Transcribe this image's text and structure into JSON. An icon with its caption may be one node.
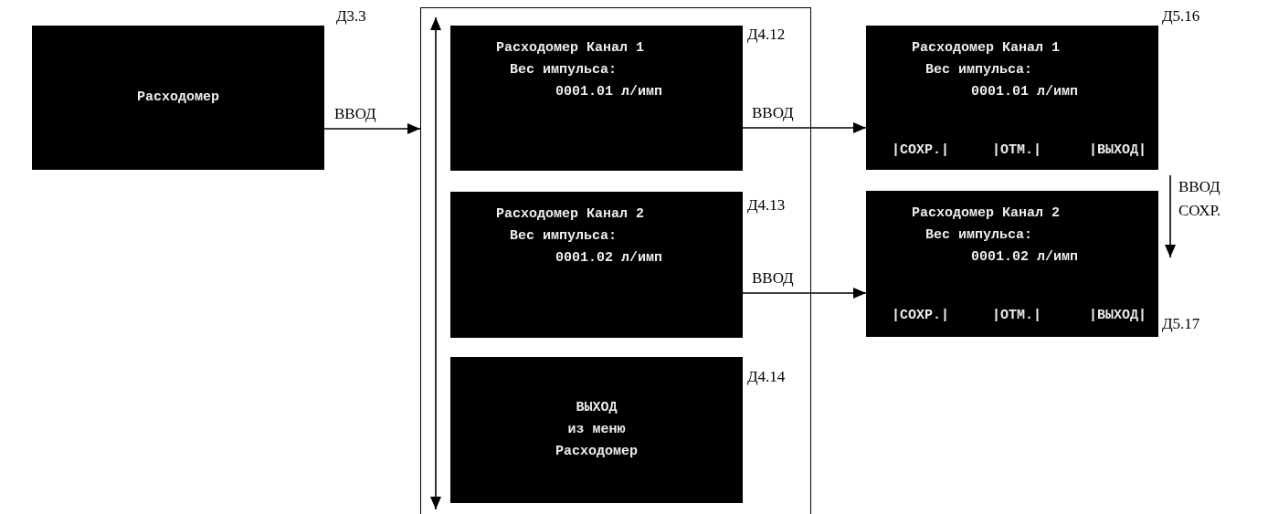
{
  "diagram": {
    "nodes": [
      {
        "text": [
          "Расходомер"
        ],
        "beside": [
          "Д3.3"
        ]
      },
      {
        "text": [],
        "shape": "box"
      },
      {
        "text": [
          "Расходомер Канал 1",
          "Вес импульса:",
          "0001.01 л/имп"
        ],
        "beside": [
          "Д4.12"
        ],
        "in": 1
      },
      {
        "text": [
          "Расходомер Канал 2",
          "Вес импульса:",
          "0001.02 л/имп"
        ],
        "beside": [
          "Д4.13"
        ],
        "in": 1
      },
      {
        "text": [
          "ВЫХОД",
          "из меню",
          "Расходомер"
        ],
        "beside": [
          "Д4.14"
        ],
        "in": 1
      },
      {
        "text": [
          "Расходомер Канал 1",
          "Вес импульса:",
          "0001.01 л/имп",
          "|СОХР.|",
          "|ОТМ.|",
          "|ВЫХОД|"
        ],
        "beside": [
          "Д5.16"
        ]
      },
      {
        "text": [
          "Расходомер Канал 2",
          "Вес импульса:",
          "0001.02 л/имп",
          "|СОХР.|",
          "|ОТМ.|",
          "|ВЫХОД|"
        ],
        "beside": [
          "Д5.17"
        ]
      }
    ],
    "edges": [
      {
        "from": 0,
        "to": 1,
        "arrow": "to",
        "label": "ВВОД"
      },
      {
        "from": 2,
        "to": 5,
        "arrow": "to",
        "label": "ВВОД"
      },
      {
        "from": 3,
        "to": 6,
        "arrow": "to",
        "label": "ВВОД"
      },
      {
        "from": 5,
        "to": 6,
        "arrow": "to",
        "label": "ВВОД СОХР."
      },
      {
        "from": 2,
        "to": 4,
        "arrow": "both"
      }
    ]
  }
}
